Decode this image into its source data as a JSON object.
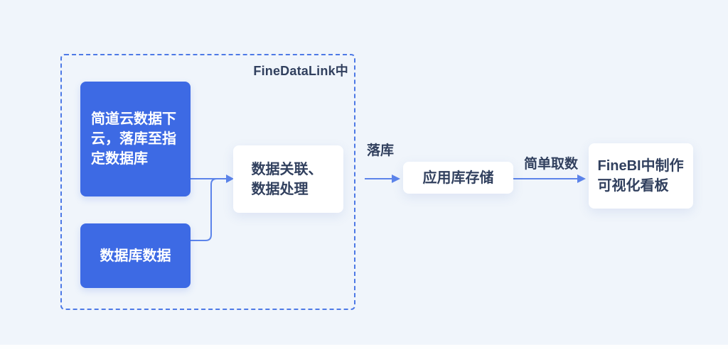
{
  "colors": {
    "background": "#f0f5fb",
    "node_blue": "#3d6ae4",
    "node_text_light": "#ffffff",
    "node_text_dark": "#31405e",
    "arrow": "#5c84ea",
    "dashed_border": "#4d79e6",
    "node_white": "#ffffff"
  },
  "container": {
    "label": "FineDataLink中"
  },
  "nodes": {
    "jiandaoyun_source": {
      "label": "简道云数据下云，落库至指定数据库"
    },
    "database_source": {
      "label": "数据库数据"
    },
    "data_processing": {
      "label": "数据关联、数据处理"
    },
    "app_db_storage": {
      "label": "应用库存储"
    },
    "finebi_dashboard": {
      "label": "FineBI中制作可视化看板"
    }
  },
  "edge_labels": {
    "to_storage": "落库",
    "to_finebi": "简单取数"
  }
}
